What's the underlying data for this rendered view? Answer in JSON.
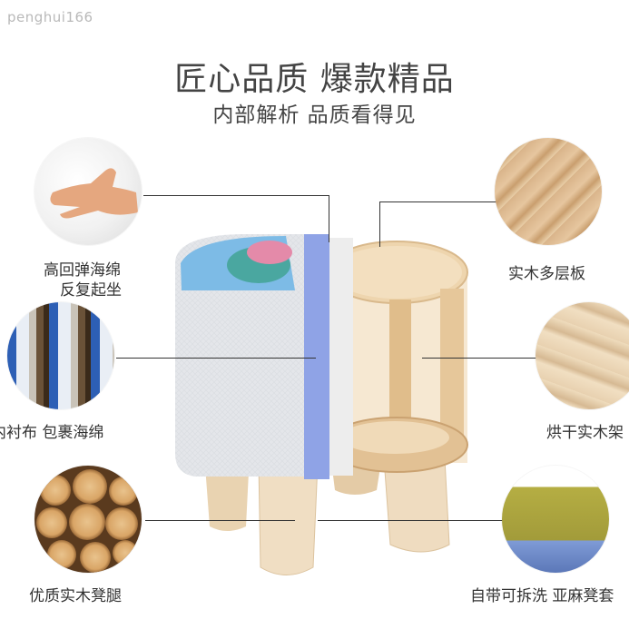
{
  "watermark": "penghui166",
  "header": {
    "title": "匠心品质 爆款精品",
    "subtitle": "内部解析 品质看得见"
  },
  "features": {
    "left": [
      {
        "lines": [
          "高回弹海绵",
          "反复起坐"
        ]
      },
      {
        "lines": [
          "内衬布 包裹海绵"
        ]
      },
      {
        "lines": [
          "优质实木凳腿"
        ]
      }
    ],
    "right": [
      {
        "lines": [
          "实木多层板"
        ]
      },
      {
        "lines": [
          "烘干实木架"
        ]
      },
      {
        "lines": [
          "自带可拆洗 亚麻凳套"
        ]
      }
    ]
  },
  "colors": {
    "fabric": "#e4e6ea",
    "ribbon": "#8fa3e6",
    "wood": "#e8c99c",
    "leg": "#efdcc0"
  }
}
